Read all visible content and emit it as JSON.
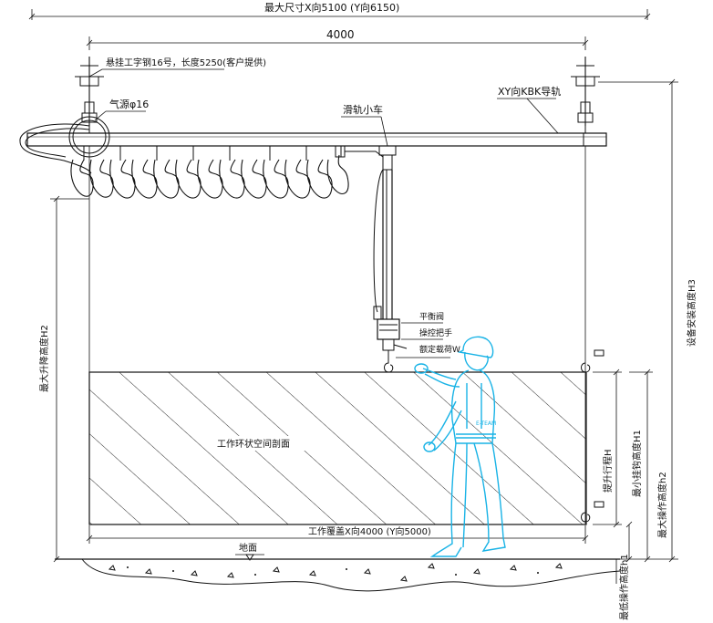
{
  "dimensions": {
    "max_size": "最大尺寸X向5100 (Y向6150)",
    "rail_span": "4000",
    "work_range": "工作覆盖X向4000 (Y向5000)",
    "max_lift_height": "最大升降高度H2",
    "equipment_height": "设备安装高度H3",
    "lift_stroke": "提升行程H",
    "min_hook_height": "最小挂钩高度H1",
    "max_work_height": "最大操作高度h2",
    "min_work_height": "最低操作高度h1"
  },
  "labels": {
    "beam": "悬挂工字钢16号，长度5250(客户提供)",
    "air_source": "气源φ16",
    "trolley": "滑轨小车",
    "rail": "XY向KBK导轨",
    "balance_valve": "平衡阀",
    "handle": "操控把手",
    "rated_load": "额定载荷W",
    "work_space": "工作环状空间剖面",
    "ground": "地面",
    "vest_logo": "E-TEAM"
  }
}
